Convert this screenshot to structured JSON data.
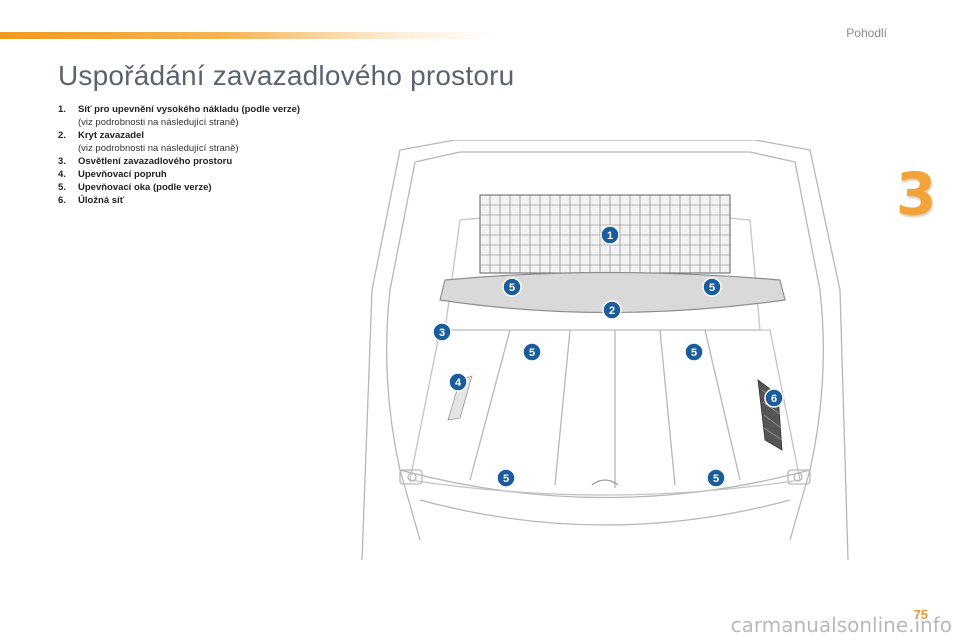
{
  "header": {
    "chapter_title": "Pohodlí",
    "chapter_number": "3"
  },
  "page": {
    "title": "Uspořádání zavazadlového prostoru",
    "number": "75"
  },
  "items": [
    {
      "num": "1.",
      "label": "Síť pro upevnění vysokého nákladu (podle verze)",
      "note": "(viz podrobnosti na následující straně)"
    },
    {
      "num": "2.",
      "label": "Kryt zavazadel",
      "note": "(viz podrobnosti na následující straně)"
    },
    {
      "num": "3.",
      "label": "Osvětlení zavazadlového prostoru",
      "note": ""
    },
    {
      "num": "4.",
      "label": "Upevňovací popruh",
      "note": ""
    },
    {
      "num": "5.",
      "label": "Upevňovací oka (podle verze)",
      "note": ""
    },
    {
      "num": "6.",
      "label": "Úložná síť",
      "note": ""
    }
  ],
  "callouts": [
    "1",
    "2",
    "3",
    "4",
    "5",
    "5",
    "5",
    "5",
    "5",
    "5",
    "6"
  ],
  "watermark": "carmanualsonline.info",
  "colors": {
    "accent": "#f2a33a",
    "callout": "#1a5d9c",
    "title": "#5a6470"
  }
}
